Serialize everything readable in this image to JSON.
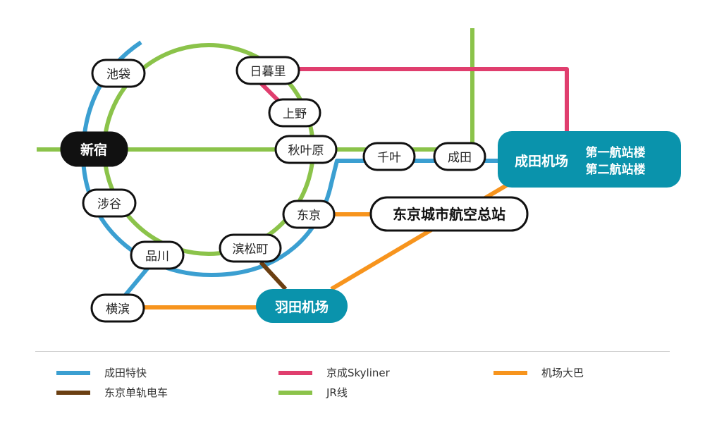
{
  "colors": {
    "narita_express": "#3b9fd1",
    "skyliner": "#e03e6e",
    "jr": "#8bc34a",
    "airport_bus": "#f7941d",
    "monorail": "#6b3f12",
    "airport_fill": "#0a93ac",
    "station_stroke": "#111111"
  },
  "stations": {
    "ikebukuro": "池袋",
    "nippori": "日暮里",
    "ueno": "上野",
    "shinjuku": "新宿",
    "akihabara": "秋叶原",
    "chiba": "千叶",
    "narita": "成田",
    "shibuya": "涉谷",
    "tokyo": "东京",
    "tcat": "东京城市航空总站",
    "hamamatsucho": "滨松町",
    "shinagawa": "品川",
    "yokohama": "横滨",
    "haneda": "羽田机场",
    "narita_airport": "成田机场",
    "terminal1": "第一航站楼",
    "terminal2": "第二航站楼"
  },
  "legend": [
    {
      "label": "成田特快",
      "color": "#3b9fd1"
    },
    {
      "label": "京成Skyliner",
      "color": "#e03e6e"
    },
    {
      "label": "机场大巴",
      "color": "#f7941d"
    },
    {
      "label": "东京单轨电车",
      "color": "#6b3f12"
    },
    {
      "label": "JR线",
      "color": "#8bc34a"
    }
  ]
}
